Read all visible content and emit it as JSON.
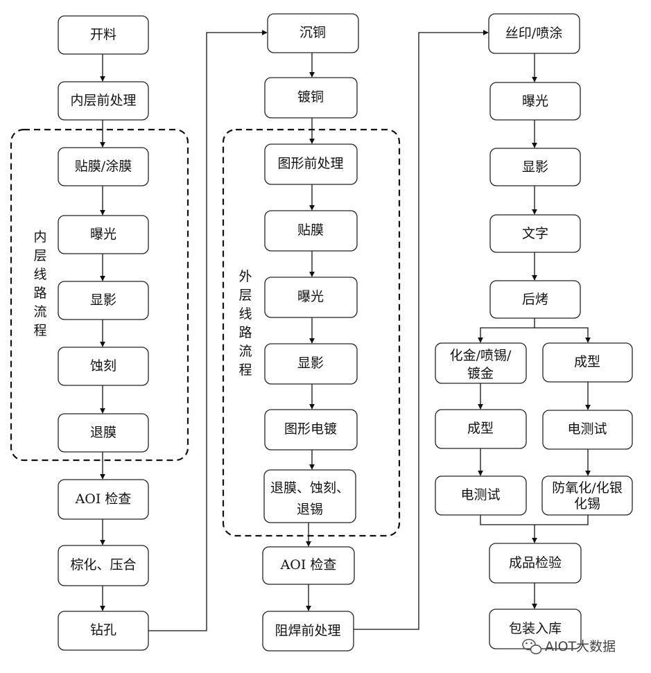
{
  "diagram": {
    "nodes": {
      "kailiao": "开料",
      "neiceng_qianchuli": "内层前处理",
      "tiemo_tumo": "贴膜/涂膜",
      "baoguang_1": "曝光",
      "xianying_1": "显影",
      "shike": "蚀刻",
      "tuimo_1": "退膜",
      "aoi_1": "AOI 检查",
      "zonghua_yahe": "棕化、压合",
      "zuankong": "钻孔",
      "chentong": "沉铜",
      "dutong": "镀铜",
      "tuxing_qianchuli": "图形前处理",
      "tiemo_2": "贴膜",
      "baoguang_2": "曝光",
      "xianying_2": "显影",
      "tuxing_diandu": "图形电镀",
      "tuimo_shike_tuixi_l1": "退膜、蚀刻、",
      "tuimo_shike_tuixi_l2": "退锡",
      "aoi_2": "AOI 检查",
      "zuhan_qianchuli": "阻焊前处理",
      "siyin_pentu": "丝印/喷涂",
      "baoguang_3": "曝光",
      "xianying_3": "显影",
      "wenzi": "文字",
      "houkao": "后烤",
      "huajin_l1": "化金/喷锡/",
      "huajin_l2": "镀金",
      "chengxing_right": "成型",
      "chengxing_left": "成型",
      "dianceshi_right": "电测试",
      "dianceshi_left": "电测试",
      "fangyanghua_l1": "防氧化/化银",
      "fangyanghua_l2": "化锡",
      "chengpin_jianyan": "成品检验",
      "baozhuang_ruku": "包装入库"
    },
    "groups": {
      "inner_layer_label": [
        "内",
        "层",
        "线",
        "路",
        "流",
        "程"
      ],
      "outer_layer_label": [
        "外",
        "层",
        "线",
        "路",
        "流",
        "程"
      ]
    },
    "watermark": "AIOT大数据",
    "watermark_icon": "wechat-icon"
  }
}
